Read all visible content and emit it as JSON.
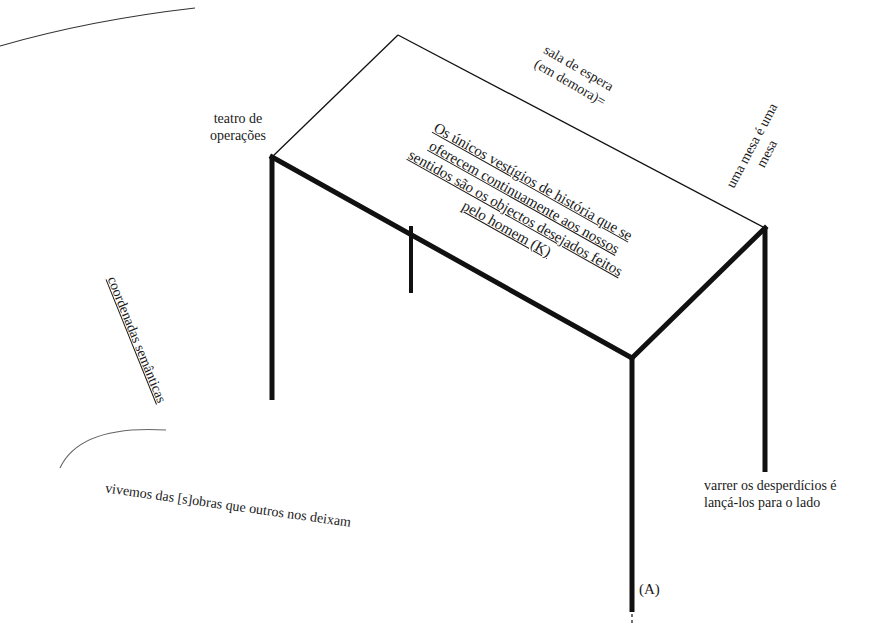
{
  "diagram": {
    "labels": [
      "teatro de operações",
      "sala de espera (em demora)=",
      "Os únicos vestígios de história que se oferecem continuamente aos nossos sentidos são os objectos desejados feitos pelo homem (K)",
      "uma mesa é uma mesa",
      "coordenadas semânticas",
      "vivemos das [s]obras que outros nos deixam",
      "varrer os desperdícios é lançá-los para o lado",
      "(A)"
    ]
  }
}
